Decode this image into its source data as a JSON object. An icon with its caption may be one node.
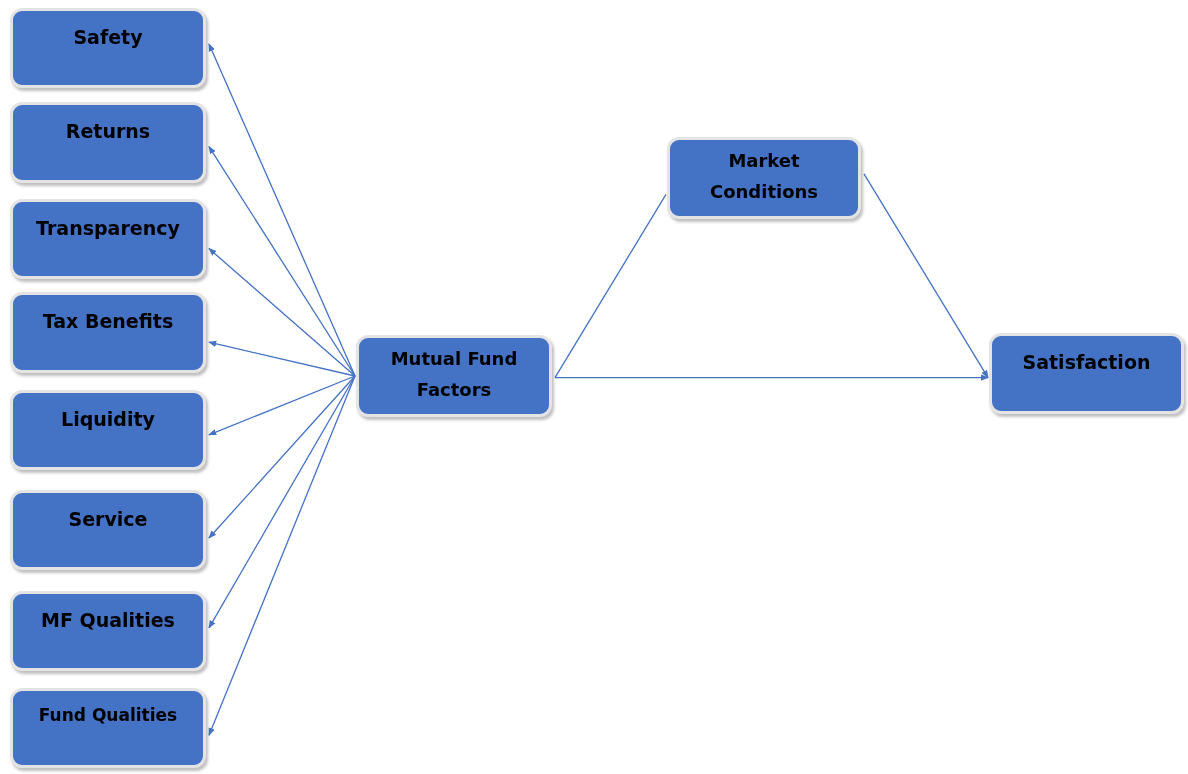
{
  "diagram": {
    "nodes": [
      {
        "text": [
          "Safety"
        ]
      },
      {
        "text": [
          "Returns"
        ]
      },
      {
        "text": [
          "Transparency"
        ]
      },
      {
        "text": [
          "Tax Benefits"
        ]
      },
      {
        "text": [
          "Liquidity"
        ]
      },
      {
        "text": [
          "Service"
        ]
      },
      {
        "text": [
          "MF Qualities"
        ]
      },
      {
        "text": [
          "Fund Qualities"
        ]
      },
      {
        "text": [
          "Mutual Fund Factors"
        ]
      },
      {
        "text": [
          "Market Conditions"
        ]
      },
      {
        "text": [
          "Satisfaction"
        ]
      }
    ],
    "edges": [
      {
        "from": 8,
        "to": 0,
        "arrow": "to"
      },
      {
        "from": 8,
        "to": 1,
        "arrow": "to"
      },
      {
        "from": 8,
        "to": 2,
        "arrow": "to"
      },
      {
        "from": 8,
        "to": 3,
        "arrow": "to"
      },
      {
        "from": 8,
        "to": 4,
        "arrow": "to"
      },
      {
        "from": 8,
        "to": 5,
        "arrow": "to"
      },
      {
        "from": 8,
        "to": 6,
        "arrow": "to"
      },
      {
        "from": 8,
        "to": 7,
        "arrow": "to"
      },
      {
        "from": 8,
        "to": 9,
        "arrow": "none"
      },
      {
        "from": 9,
        "to": 10,
        "arrow": "to"
      },
      {
        "from": 8,
        "to": 10,
        "arrow": "to"
      }
    ]
  }
}
